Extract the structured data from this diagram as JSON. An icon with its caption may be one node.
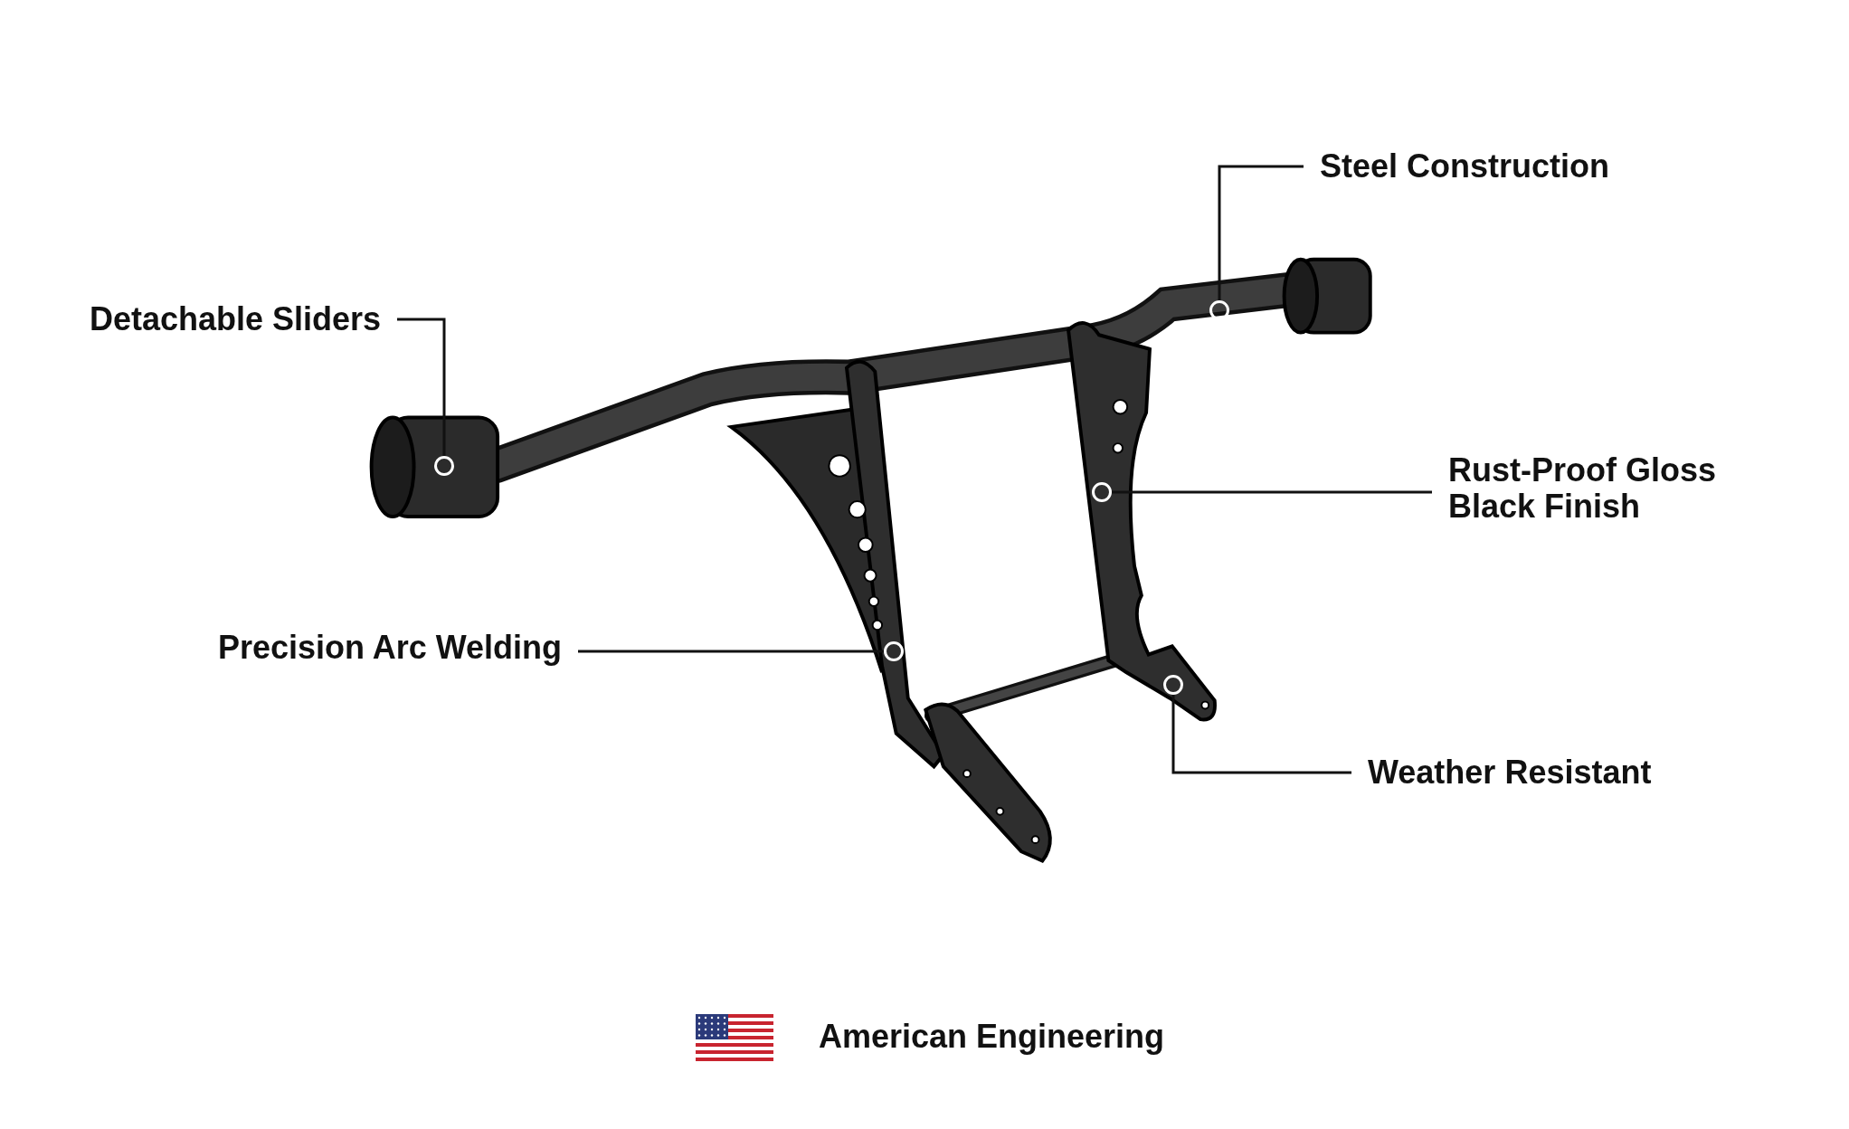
{
  "diagram": {
    "nodes": [
      {
        "text": [
          "Steel Construction"
        ]
      },
      {
        "text": [
          "Detachable Sliders"
        ]
      },
      {
        "text": [
          "Rust-Proof Gloss Black Finish"
        ]
      },
      {
        "text": [
          "Precision Arc Welding"
        ]
      },
      {
        "text": [
          "Weather Resistant"
        ]
      },
      {
        "text": [],
        "shape": "circle"
      },
      {
        "text": [],
        "shape": "circle"
      },
      {
        "text": [],
        "shape": "circle"
      },
      {
        "text": [],
        "shape": "circle"
      },
      {
        "text": [],
        "shape": "circle"
      }
    ],
    "edges": [
      {
        "from": 0,
        "to": 9,
        "arrow": "none"
      },
      {
        "from": 1,
        "to": 5,
        "arrow": "none"
      },
      {
        "from": 2,
        "to": 7,
        "arrow": "none"
      },
      {
        "from": 3,
        "to": 6,
        "arrow": "none"
      },
      {
        "from": 4,
        "to": 8,
        "arrow": "none"
      }
    ],
    "labels": [
      "American Engineering"
    ]
  }
}
